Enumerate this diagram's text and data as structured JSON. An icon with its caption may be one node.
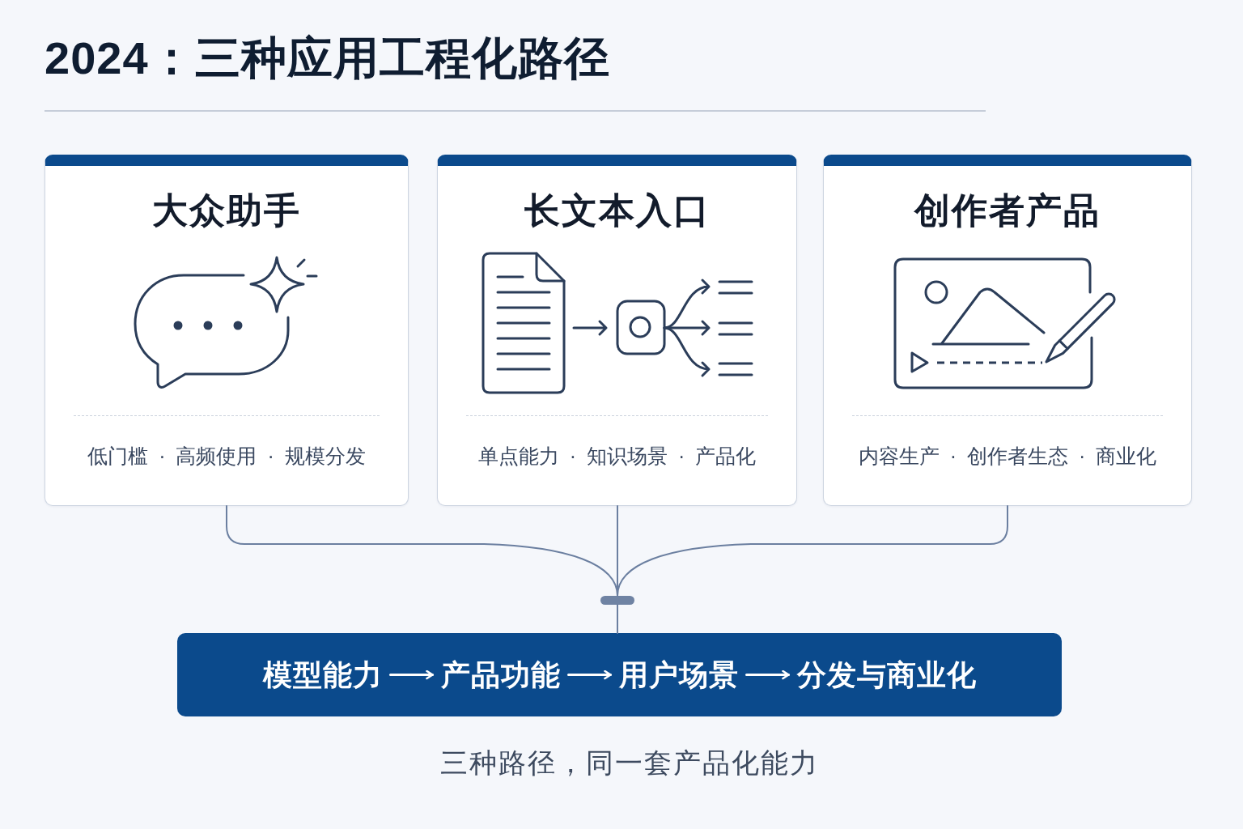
{
  "diagram": {
    "title": "2024：三种应用工程化路径",
    "caption": "三种路径，同一套产品化能力",
    "nodes": [
      {
        "text": [
          "大众助手",
          "低门槛 · 高频使用 · 规模分发"
        ]
      },
      {
        "text": [
          "长文本入口",
          "单点能力 · 知识场景 · 产品化"
        ]
      },
      {
        "text": [
          "创作者产品",
          "内容生产 · 创作者生态 · 商业化"
        ]
      },
      {
        "text": [],
        "shape": "bar"
      },
      {
        "text": [],
        "shape": "box"
      },
      {
        "text": [
          "模型能力"
        ],
        "in": 4
      },
      {
        "text": [
          "产品功能"
        ],
        "in": 4
      },
      {
        "text": [
          "用户场景"
        ],
        "in": 4
      },
      {
        "text": [
          "分发与商业化"
        ],
        "in": 4
      }
    ],
    "edges": [
      {
        "from": 0,
        "to": 3,
        "arrow": "none"
      },
      {
        "from": 1,
        "to": 3,
        "arrow": "none"
      },
      {
        "from": 2,
        "to": 3,
        "arrow": "none"
      },
      {
        "from": 3,
        "to": 4,
        "arrow": "none"
      },
      {
        "from": 5,
        "to": 6,
        "arrow": "to",
        "color": "#ffffff"
      },
      {
        "from": 6,
        "to": 7,
        "arrow": "to",
        "color": "#ffffff"
      },
      {
        "from": 7,
        "to": 8,
        "arrow": "to",
        "color": "#ffffff"
      }
    ]
  }
}
